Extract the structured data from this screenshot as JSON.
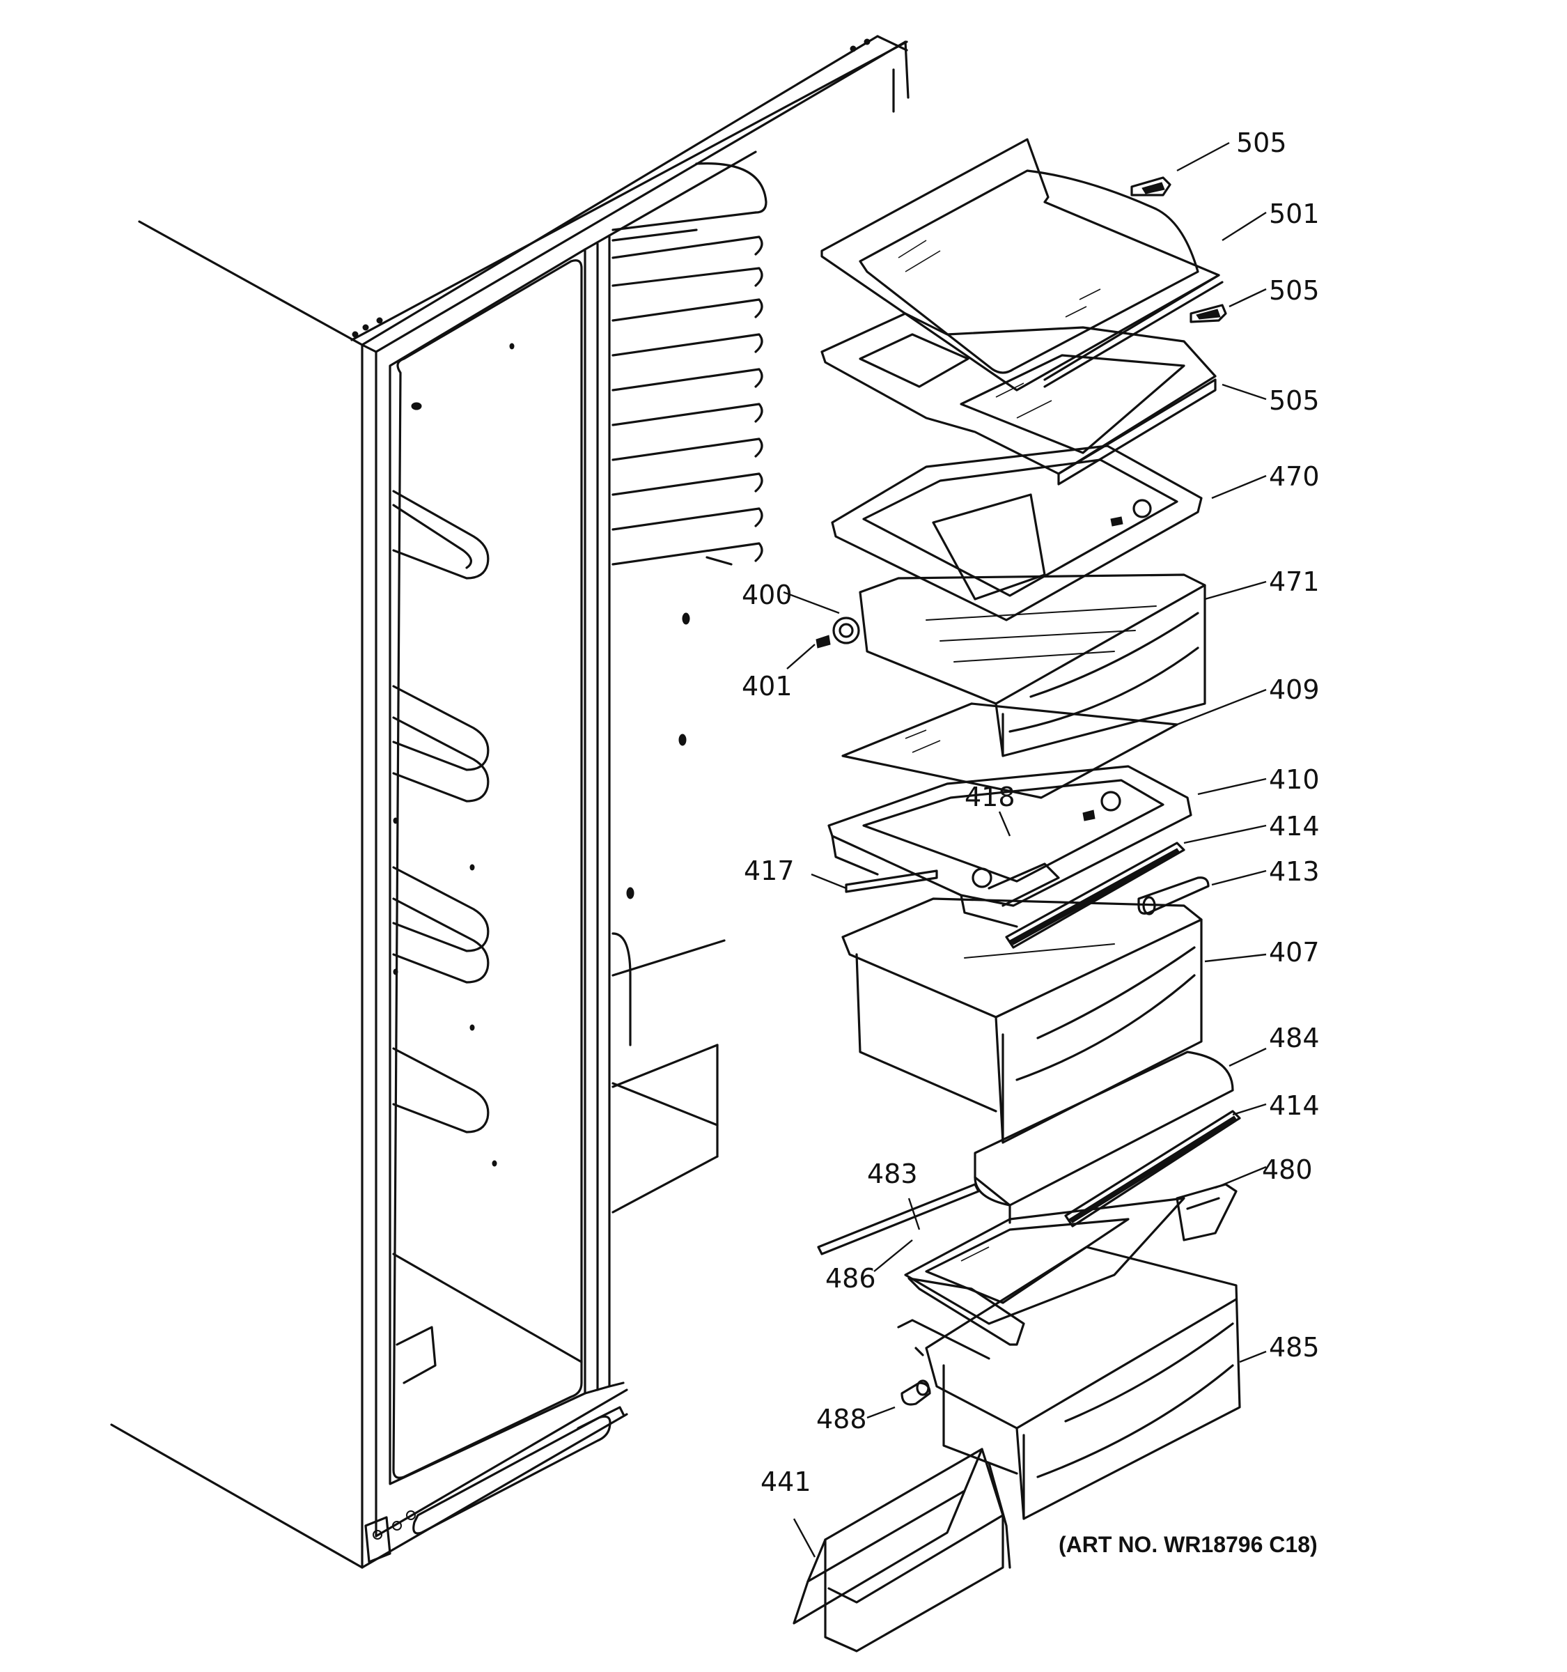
{
  "callouts": {
    "p505_top": "505",
    "p501": "501",
    "p505_mid": "505",
    "p505_low": "505",
    "p470": "470",
    "p400": "400",
    "p471": "471",
    "p401": "401",
    "p409": "409",
    "p410": "410",
    "p418": "418",
    "p414_up": "414",
    "p417": "417",
    "p413": "413",
    "p407": "407",
    "p484": "484",
    "p414_low": "414",
    "p483": "483",
    "p480": "480",
    "p486": "486",
    "p485": "485",
    "p488": "488",
    "p441": "441"
  },
  "art_number": "(ART NO. WR18796 C18)"
}
